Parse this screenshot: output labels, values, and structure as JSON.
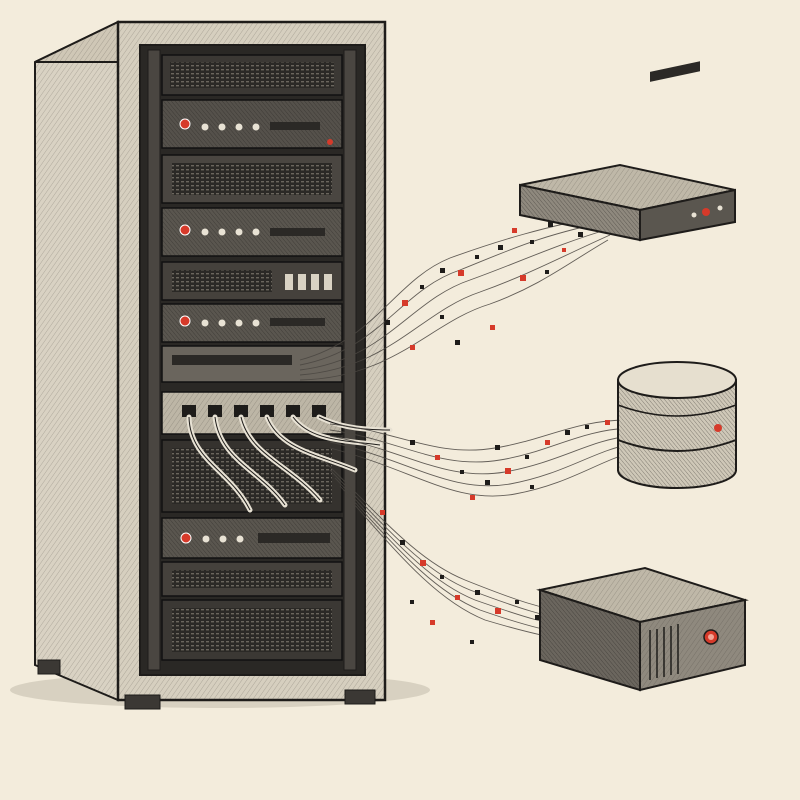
{
  "palette": {
    "paper": "#f3ecdc",
    "ink": "#1e1c1a",
    "ink_mid": "#4a4641",
    "ink_light": "#8a847a",
    "rack_side": "#d9d2c3",
    "panel": "#3b3834",
    "panel_dark": "#262422",
    "accent_red": "#d63a2a"
  },
  "scene": {
    "rack": {
      "unit_count": 11,
      "red_status_leds": 5,
      "switch_ports": 6
    },
    "devices": [
      {
        "kind": "network-switch",
        "icon": "switch-icon"
      },
      {
        "kind": "database-cylinder",
        "icon": "database-icon"
      },
      {
        "kind": "storage-box",
        "icon": "storage-icon"
      }
    ],
    "data_streams": 3
  }
}
